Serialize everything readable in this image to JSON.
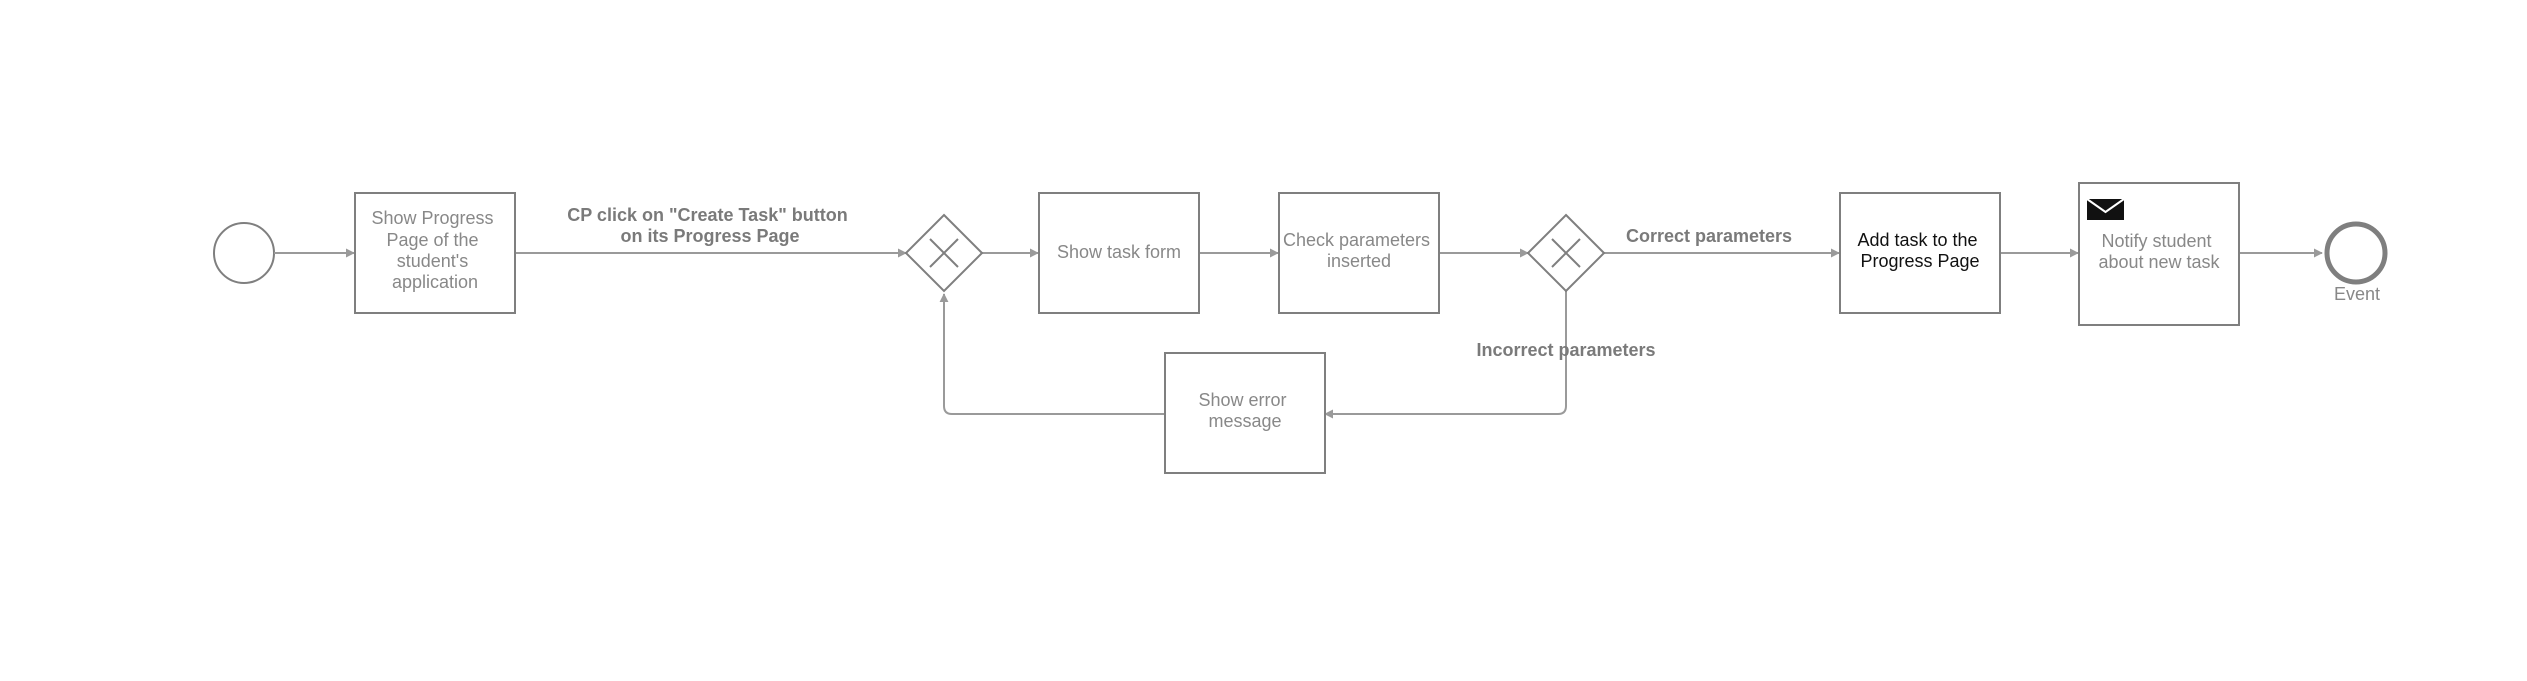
{
  "diagram": {
    "tasks": {
      "show_progress": [
        "Show Progress",
        "Page of the",
        "student's",
        "application"
      ],
      "show_task_form": [
        "Show task form"
      ],
      "check_parameters": [
        "Check parameters",
        "inserted"
      ],
      "add_task": [
        "Add task to the",
        "Progress Page"
      ],
      "notify_student": [
        "Notify student",
        "about new task"
      ],
      "show_error": [
        "Show error",
        "message"
      ]
    },
    "edge_labels": {
      "cp_click": [
        "CP click on \"Create Task\" button",
        "on its Progress Page"
      ],
      "correct": [
        "Correct parameters"
      ],
      "incorrect": [
        "Incorrect parameters"
      ]
    },
    "events": {
      "end_label": "Event"
    },
    "icons": {
      "message_task": "envelope-icon",
      "gateway": "exclusive-gateway-x-icon"
    },
    "colors": {
      "stroke": "#7f7f7f",
      "arrow": "#9a9a9a",
      "text": "#888888"
    }
  }
}
